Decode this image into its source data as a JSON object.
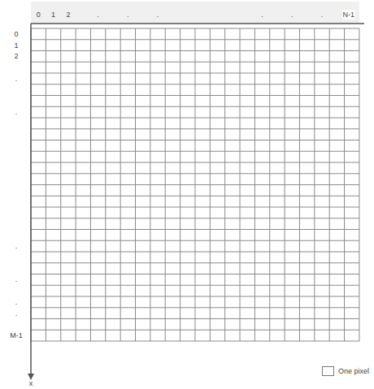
{
  "diagram": {
    "labels": [
      "0",
      "1",
      "2",
      ".",
      ".",
      ".",
      ".",
      ".",
      ".",
      "N-1",
      "0",
      "1",
      "2",
      ".",
      ".",
      ".",
      ".",
      ".",
      ".",
      "M-1",
      "x"
    ],
    "legend": [
      {
        "text": "One pixel"
      }
    ]
  }
}
